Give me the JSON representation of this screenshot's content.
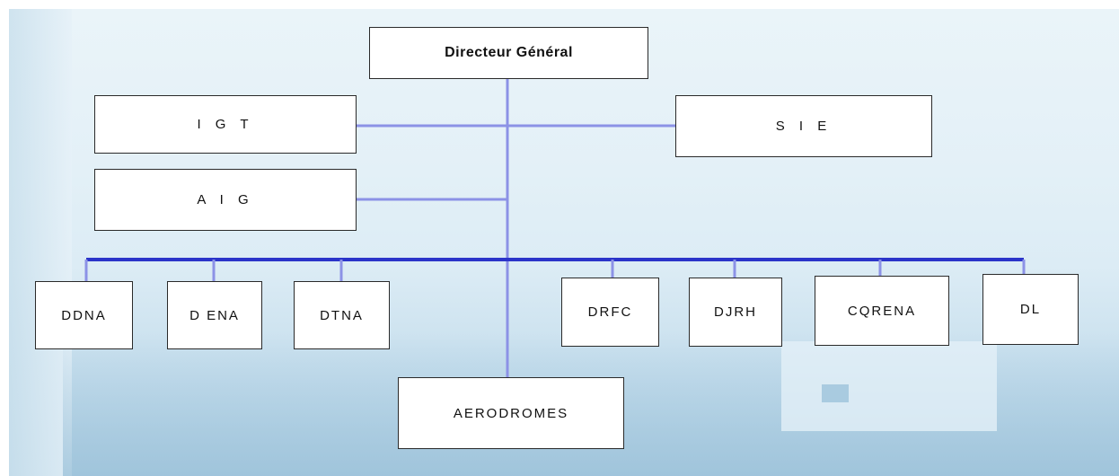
{
  "diagram": {
    "director": "Directeur Général",
    "staff_units": {
      "igt": "I G T",
      "aig": "A I G",
      "sie": "S I E"
    },
    "departments": [
      "DDNA",
      "D ENA",
      "DTNA",
      "DRFC",
      "DJRH",
      "CQRENA",
      "DL"
    ],
    "aerodromes": "AERODROMES"
  },
  "colors": {
    "connector": "#8c92e6",
    "bus": "#2b34c9",
    "box_border": "#2a2a2a",
    "background": "#dcecf5"
  }
}
